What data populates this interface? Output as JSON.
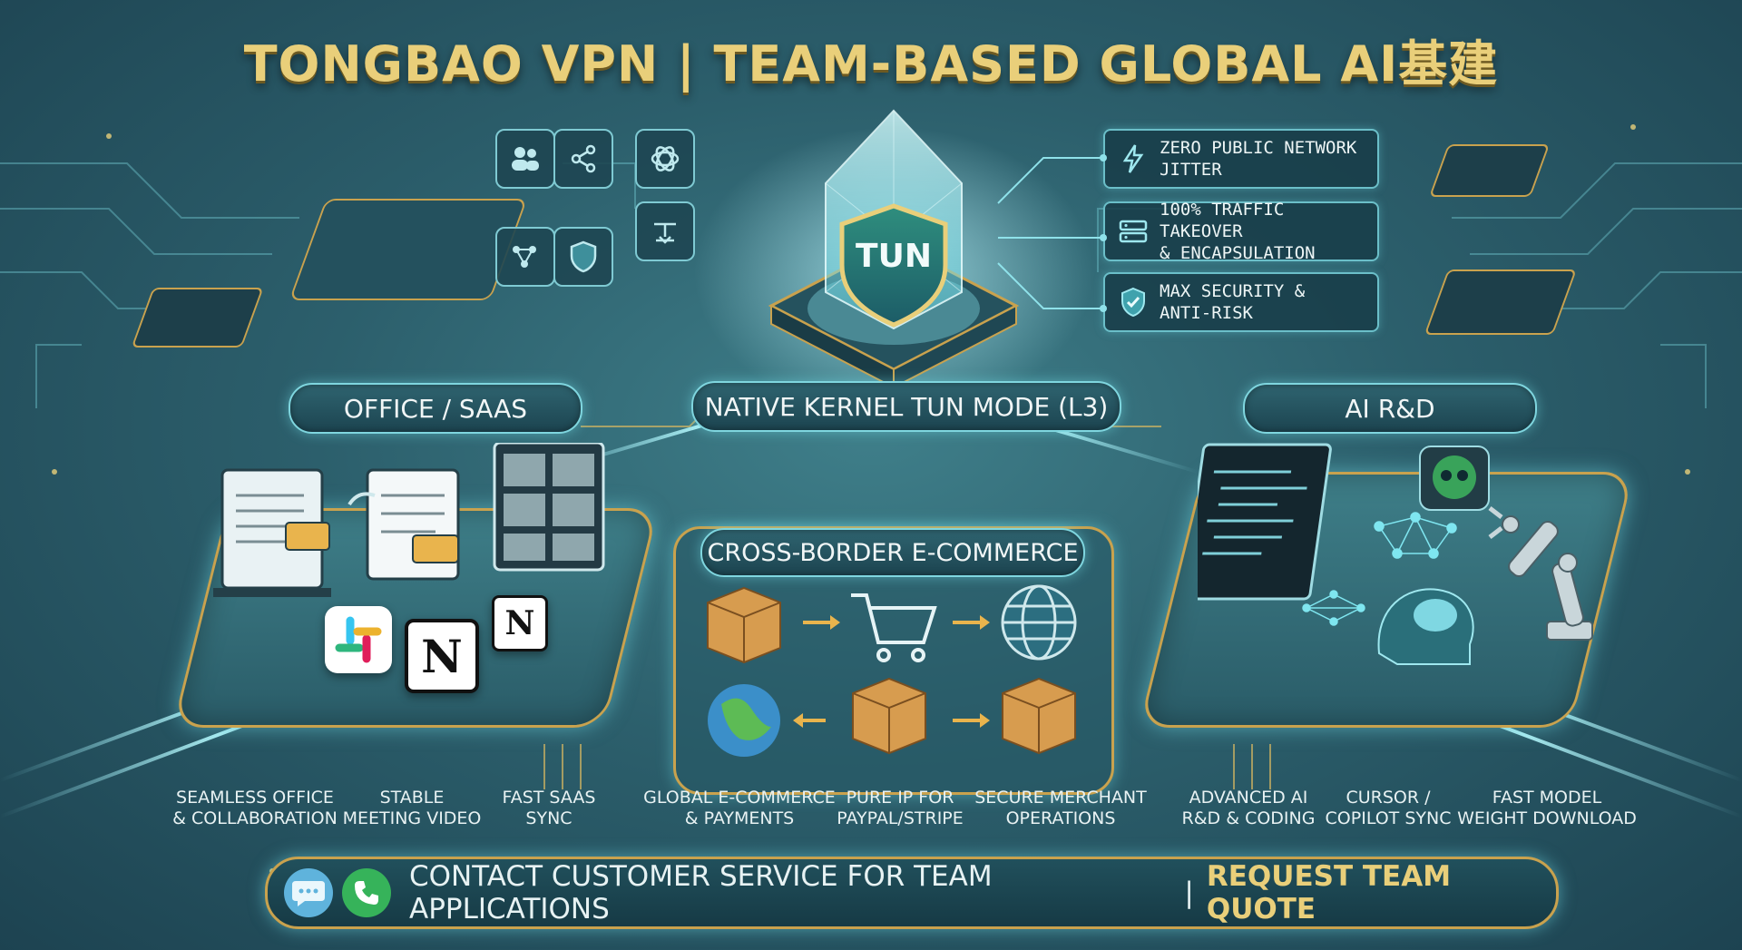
{
  "title": "TONGBAO VPN | TEAM-BASED GLOBAL AI基建",
  "core": {
    "shield_text": "TUN",
    "mode_label": "NATIVE KERNEL TUN MODE (L3)"
  },
  "features": [
    {
      "icon": "lightning-icon",
      "text": "ZERO PUBLIC NETWORK\nJITTER"
    },
    {
      "icon": "server-icon",
      "text": "100% TRAFFIC TAKEOVER\n& ENCAPSULATION"
    },
    {
      "icon": "shield-check-icon",
      "text": "MAX SECURITY &\nANTI-RISK"
    }
  ],
  "sections": {
    "office": {
      "title": "OFFICE / SAAS",
      "labels": [
        "SEAMLESS OFFICE\n& COLLABORATION",
        "STABLE\nMEETING VIDEO",
        "FAST SAAS\nSYNC"
      ]
    },
    "ecommerce": {
      "title": "CROSS-BORDER E-COMMERCE",
      "labels": [
        "GLOBAL E-COMMERCE\n& PAYMENTS",
        "PURE IP FOR\nPAYPAL/STRIPE",
        "SECURE MERCHANT\nOPERATIONS"
      ]
    },
    "ai": {
      "title": "AI R&D",
      "labels": [
        "ADVANCED AI\nR&D & CODING",
        "CURSOR /\nCOPILOT SYNC",
        "FAST MODEL\nWEIGHT DOWNLOAD"
      ]
    }
  },
  "apps": {
    "notion_letter": "N"
  },
  "cta": {
    "contact": "CONTACT CUSTOMER SERVICE FOR TEAM APPLICATIONS",
    "separator": "|",
    "request": "REQUEST TEAM QUOTE"
  },
  "colors": {
    "gold": "#e9cf7a",
    "cyan_glow": "#7fd6df",
    "background": "#2c5f6c"
  }
}
